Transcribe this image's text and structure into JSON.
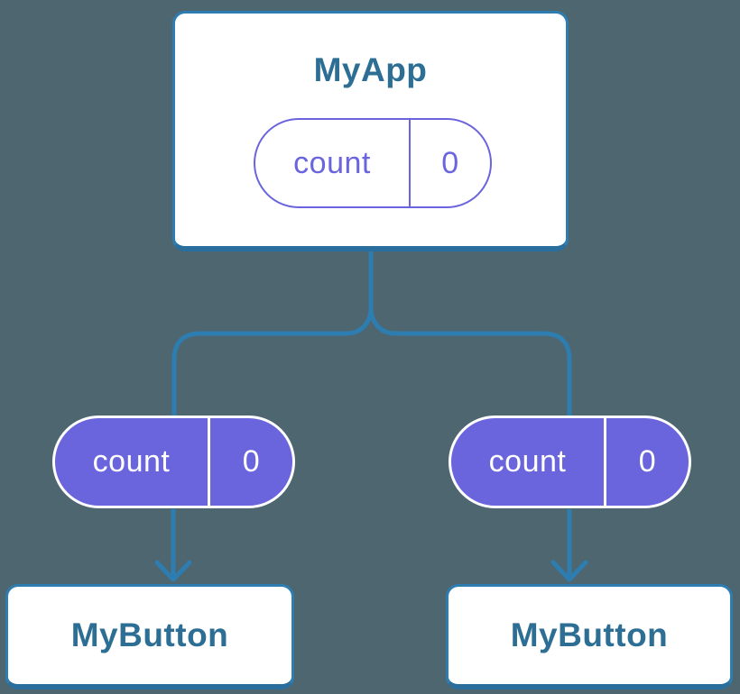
{
  "canvas": {
    "background_color": "#4D6670"
  },
  "colors": {
    "node_fill": "#FFFFFF",
    "node_border": "#2E7DB0",
    "node_border_bottom": "#2A6E9E",
    "node_title_text": "#2D6E94",
    "connector_line": "#2E7DB0",
    "state_pill_accent": "#6A65DE",
    "prop_pill_fill": "#6A65DC",
    "prop_pill_text": "#FFFFFF"
  },
  "tree": {
    "root": {
      "title": "MyApp",
      "state_pill": {
        "name": "count",
        "value": "0"
      }
    },
    "children": [
      {
        "title": "MyButton",
        "prop_pill": {
          "name": "count",
          "value": "0"
        }
      },
      {
        "title": "MyButton",
        "prop_pill": {
          "name": "count",
          "value": "0"
        }
      }
    ]
  }
}
